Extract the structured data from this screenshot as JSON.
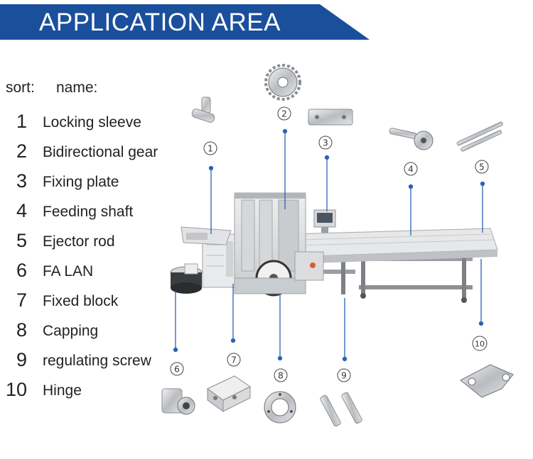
{
  "banner": {
    "title": "APPLICATION AREA"
  },
  "list": {
    "sort_header": "sort:",
    "name_header": "name:",
    "items": [
      {
        "num": "1",
        "name": "Locking sleeve"
      },
      {
        "num": "2",
        "name": "Bidirectional gear"
      },
      {
        "num": "3",
        "name": "Fixing plate"
      },
      {
        "num": "4",
        "name": "Feeding shaft"
      },
      {
        "num": "5",
        "name": "Ejector rod"
      },
      {
        "num": "6",
        "name": "FA LAN"
      },
      {
        "num": "7",
        "name": "Fixed block"
      },
      {
        "num": "8",
        "name": "Capping"
      },
      {
        "num": "9",
        "name": "regulating screw"
      },
      {
        "num": "10",
        "name": "Hinge"
      }
    ]
  },
  "callouts": [
    "1",
    "2",
    "3",
    "4",
    "5",
    "6",
    "7",
    "8",
    "9",
    "10"
  ],
  "colors": {
    "banner": "#1a4f9c",
    "leader_line": "#2a62b8",
    "dot": "#2a62b8"
  }
}
